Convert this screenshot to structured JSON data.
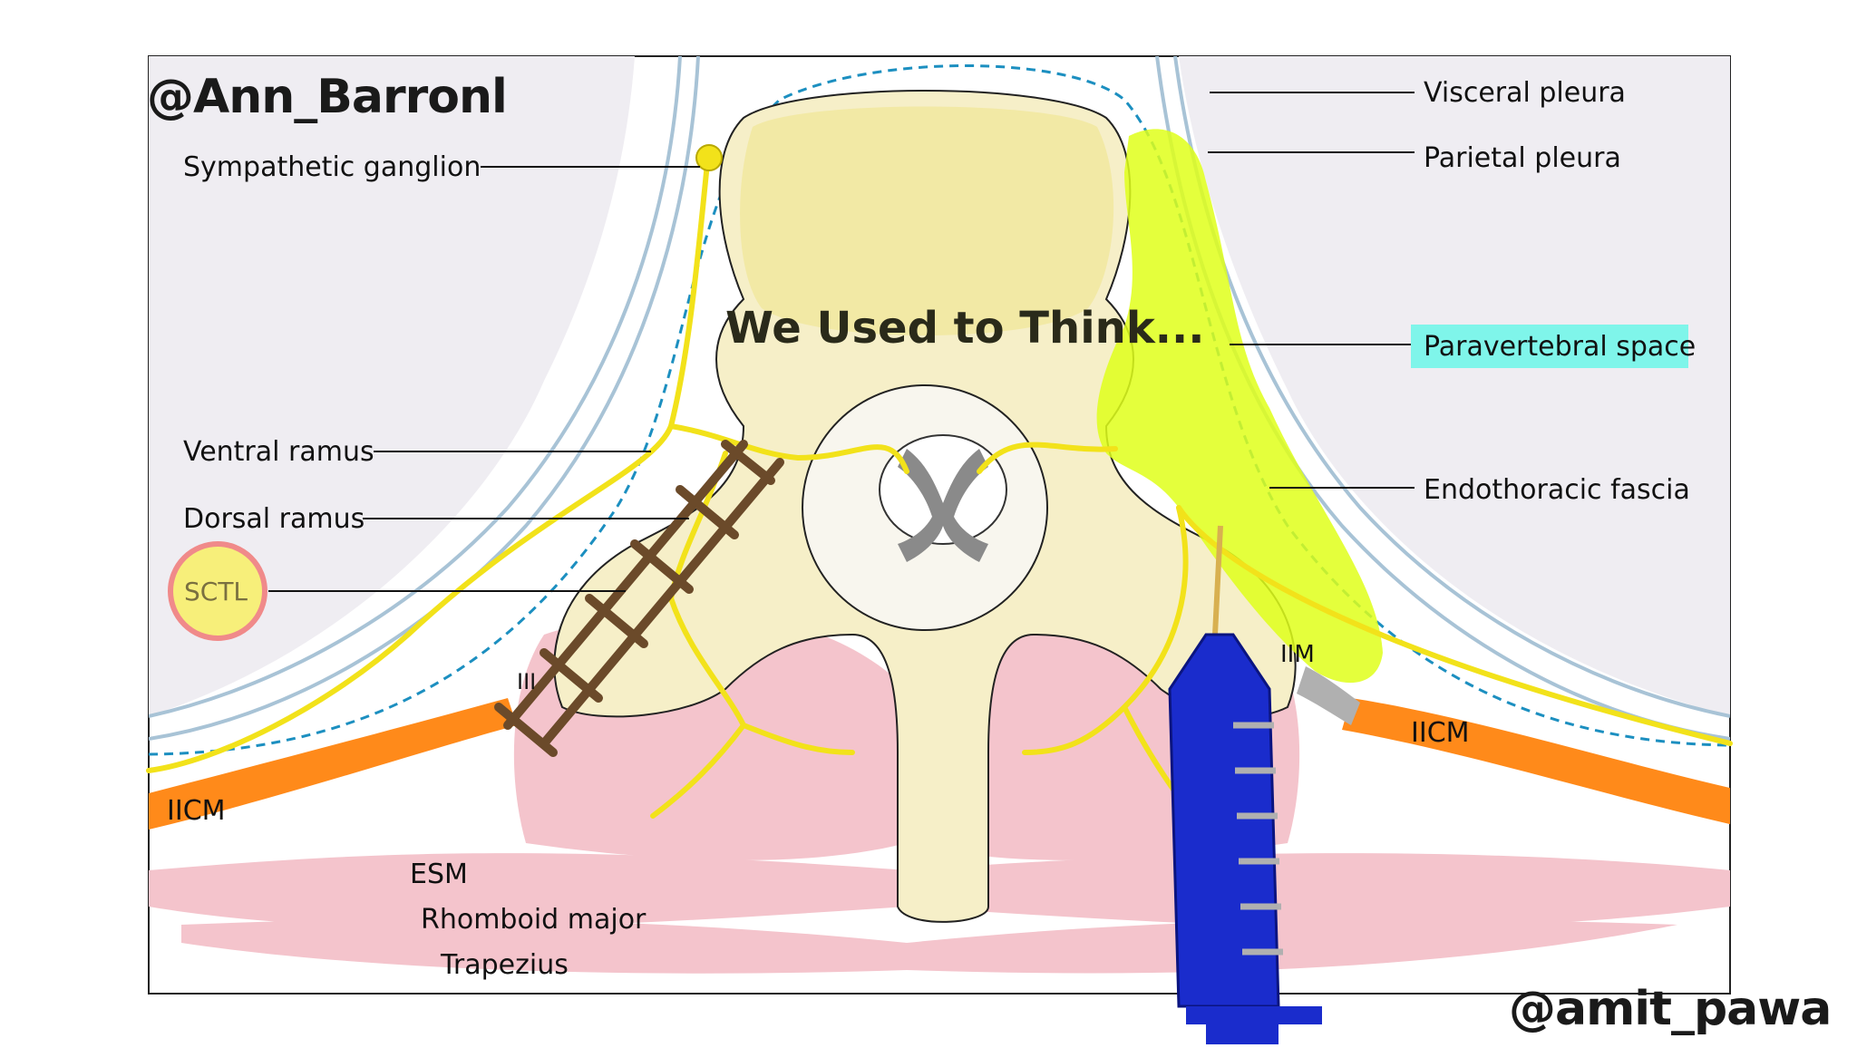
{
  "handles": {
    "top_left": "@Ann_Barronl",
    "bottom_right": "@amit_pawa"
  },
  "title": "We Used to Think...",
  "labels": {
    "sympathetic_ganglion": "Sympathetic ganglion",
    "ventral_ramus": "Ventral ramus",
    "dorsal_ramus": "Dorsal ramus",
    "sctl": "SCTL",
    "visceral_pleura": "Visceral pleura",
    "parietal_pleura": "Parietal pleura",
    "paravertebral_space": "Paravertebral space",
    "endothoracic_fascia": "Endothoracic fascia",
    "iicm_left": "IICM",
    "iicm_right": "IICM",
    "iim_left": "III",
    "iim_right": "IIM",
    "esm": "ESM",
    "rhomboid_major": "Rhomboid major",
    "trapezius": "Trapezius"
  },
  "colors": {
    "nerve": "#f2e21a",
    "paravertebral_highlight": "#dfff1a",
    "label_highlight": "#7ff5ea",
    "muscle": "#f4c4cc",
    "icm": "#ff7a1a",
    "bone": "#f6efc8",
    "syringe": "#1a2ccc",
    "sctl_fill": "#f7ef7a",
    "sctl_ring": "#f08a8a",
    "bracket": "#6b4a2a"
  },
  "icons": {
    "syringe": "syringe-icon",
    "bracket": "ladder-bracket-icon"
  }
}
